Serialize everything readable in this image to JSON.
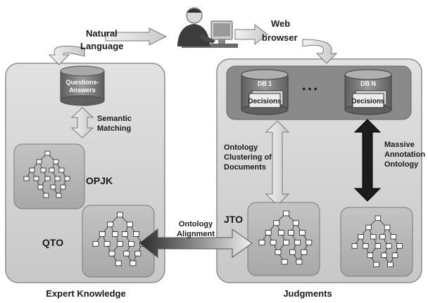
{
  "top": {
    "natural_language_line1": "Natural",
    "natural_language_line2": "Language",
    "web_line1": "Web",
    "web_line2": "browser"
  },
  "left_panel": {
    "db_label_line1": "Questions-",
    "db_label_line2": "Answers",
    "semantic_line1": "Semantic",
    "semantic_line2": "Matching",
    "opjk": "OPJK",
    "qto": "QTO",
    "footer": "Expert Knowledge"
  },
  "middle": {
    "alignment_line1": "Ontology",
    "alignment_line2": "Alignment"
  },
  "right_panel": {
    "db1": "DB 1",
    "dbn": "DB N",
    "dots": "• • •",
    "decisions": "Decisions",
    "clustering_line1": "Ontology",
    "clustering_line2": "Clustering of",
    "clustering_line3": "Documents",
    "massive_line1": "Massive",
    "massive_line2": "Annotation",
    "massive_line3": "Ontology",
    "jto": "JTO",
    "footer": "Judgments"
  },
  "colors": {
    "panel_fill": "#d4d4d4",
    "inner_fill": "#b4b4b4",
    "db_fill": "#7a7a7a",
    "dark_arrow": "#1c1c1c"
  }
}
